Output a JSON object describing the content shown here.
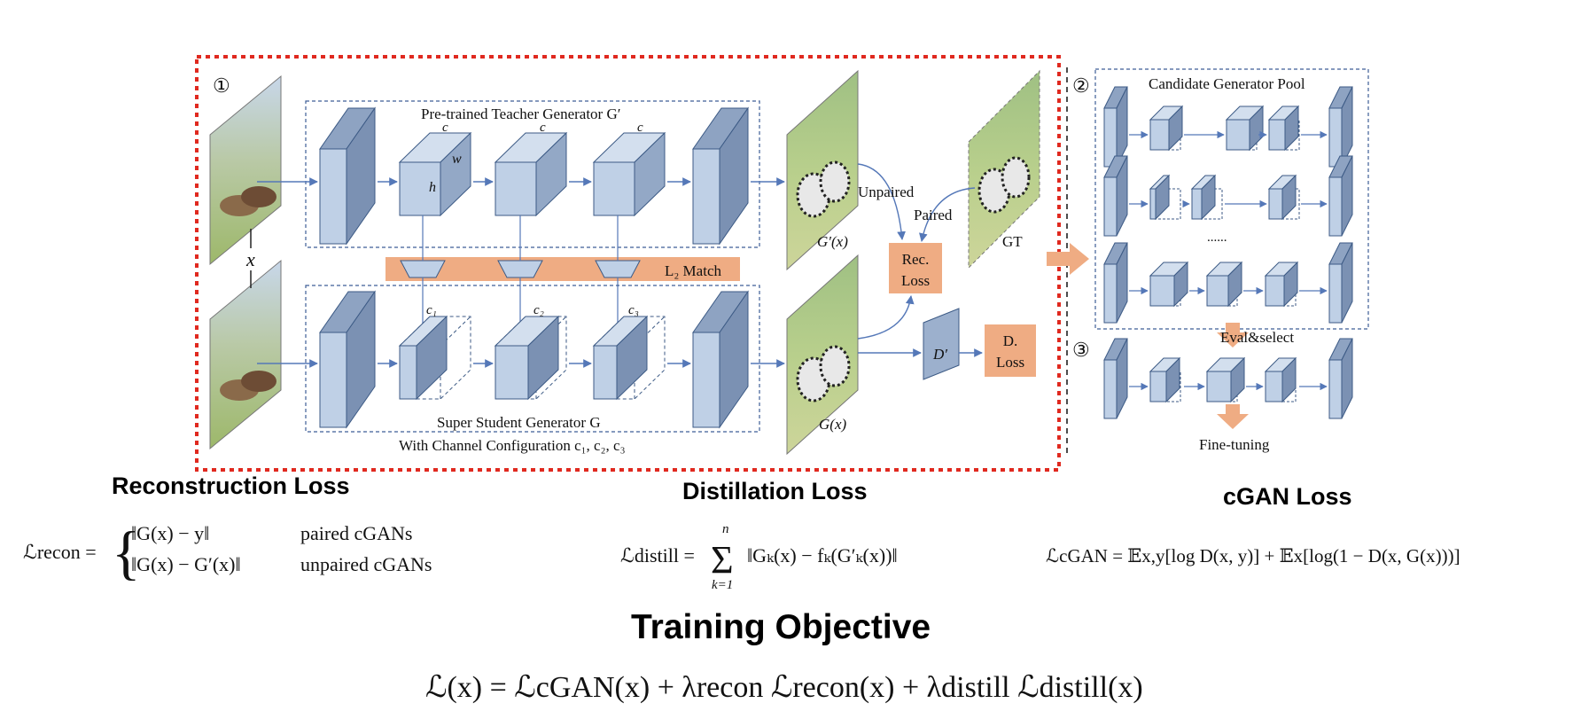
{
  "diagram": {
    "step_markers": [
      "①",
      "②",
      "③"
    ],
    "teacher_label": "Pre-trained Teacher Generator G′",
    "student_label": "Super Student Generator G",
    "channel_config_label": "With Channel Configuration c₁, c₂, c₃",
    "input_label": "x",
    "teacher_channel_labels": [
      "c",
      "c",
      "c"
    ],
    "student_channel_labels": [
      "c₁",
      "c₂",
      "c₃"
    ],
    "cube_dim_labels": {
      "w": "w",
      "h": "h"
    },
    "l2_match_label": "L₂ Match",
    "teacher_output_label": "G′(x)",
    "student_output_label": "G(x)",
    "unpaired_label": "Unpaired",
    "paired_label": "Paired",
    "gt_label": "GT",
    "rec_loss_lines": [
      "Rec.",
      "Loss"
    ],
    "discriminator_label": "D′",
    "d_loss_lines": [
      "D.",
      "Loss"
    ],
    "candidate_pool_label": "Candidate Generator Pool",
    "ellipsis_label": "......",
    "eval_select_label": "Eval&select",
    "fine_tuning_label": "Fine-tuning"
  },
  "sections": {
    "reconstruction": {
      "title": "Reconstruction Loss",
      "lhs": "ℒrecon =",
      "case1_expr": "‖G(x) − y‖",
      "case1_cond": "paired cGANs",
      "case2_expr": "‖G(x) − G′(x)‖",
      "case2_cond": "unpaired cGANs"
    },
    "distillation": {
      "title": "Distillation Loss",
      "lhs": "ℒdistill =",
      "sum_top": "n",
      "sum_bottom": "k=1",
      "body": "‖Gₖ(x) − fₖ(G′ₖ(x))‖"
    },
    "cgan": {
      "title": "cGAN Loss",
      "formula": "ℒcGAN = 𝔼x,y[log D(x, y)] + 𝔼x[log(1 − D(x, G(x)))]"
    },
    "objective": {
      "title": "Training Objective",
      "formula": "ℒ(x) = ℒcGAN(x) + λrecon ℒrecon(x) + λdistill ℒdistill(x)"
    }
  },
  "colors": {
    "accent_red": "#e0291f",
    "block_fill": "#bfd0e6",
    "block_stroke": "#3c5a85",
    "arrow_blue": "#5578b8",
    "loss_orange": "#efac83",
    "dashed_frame": "#3e5e96"
  }
}
